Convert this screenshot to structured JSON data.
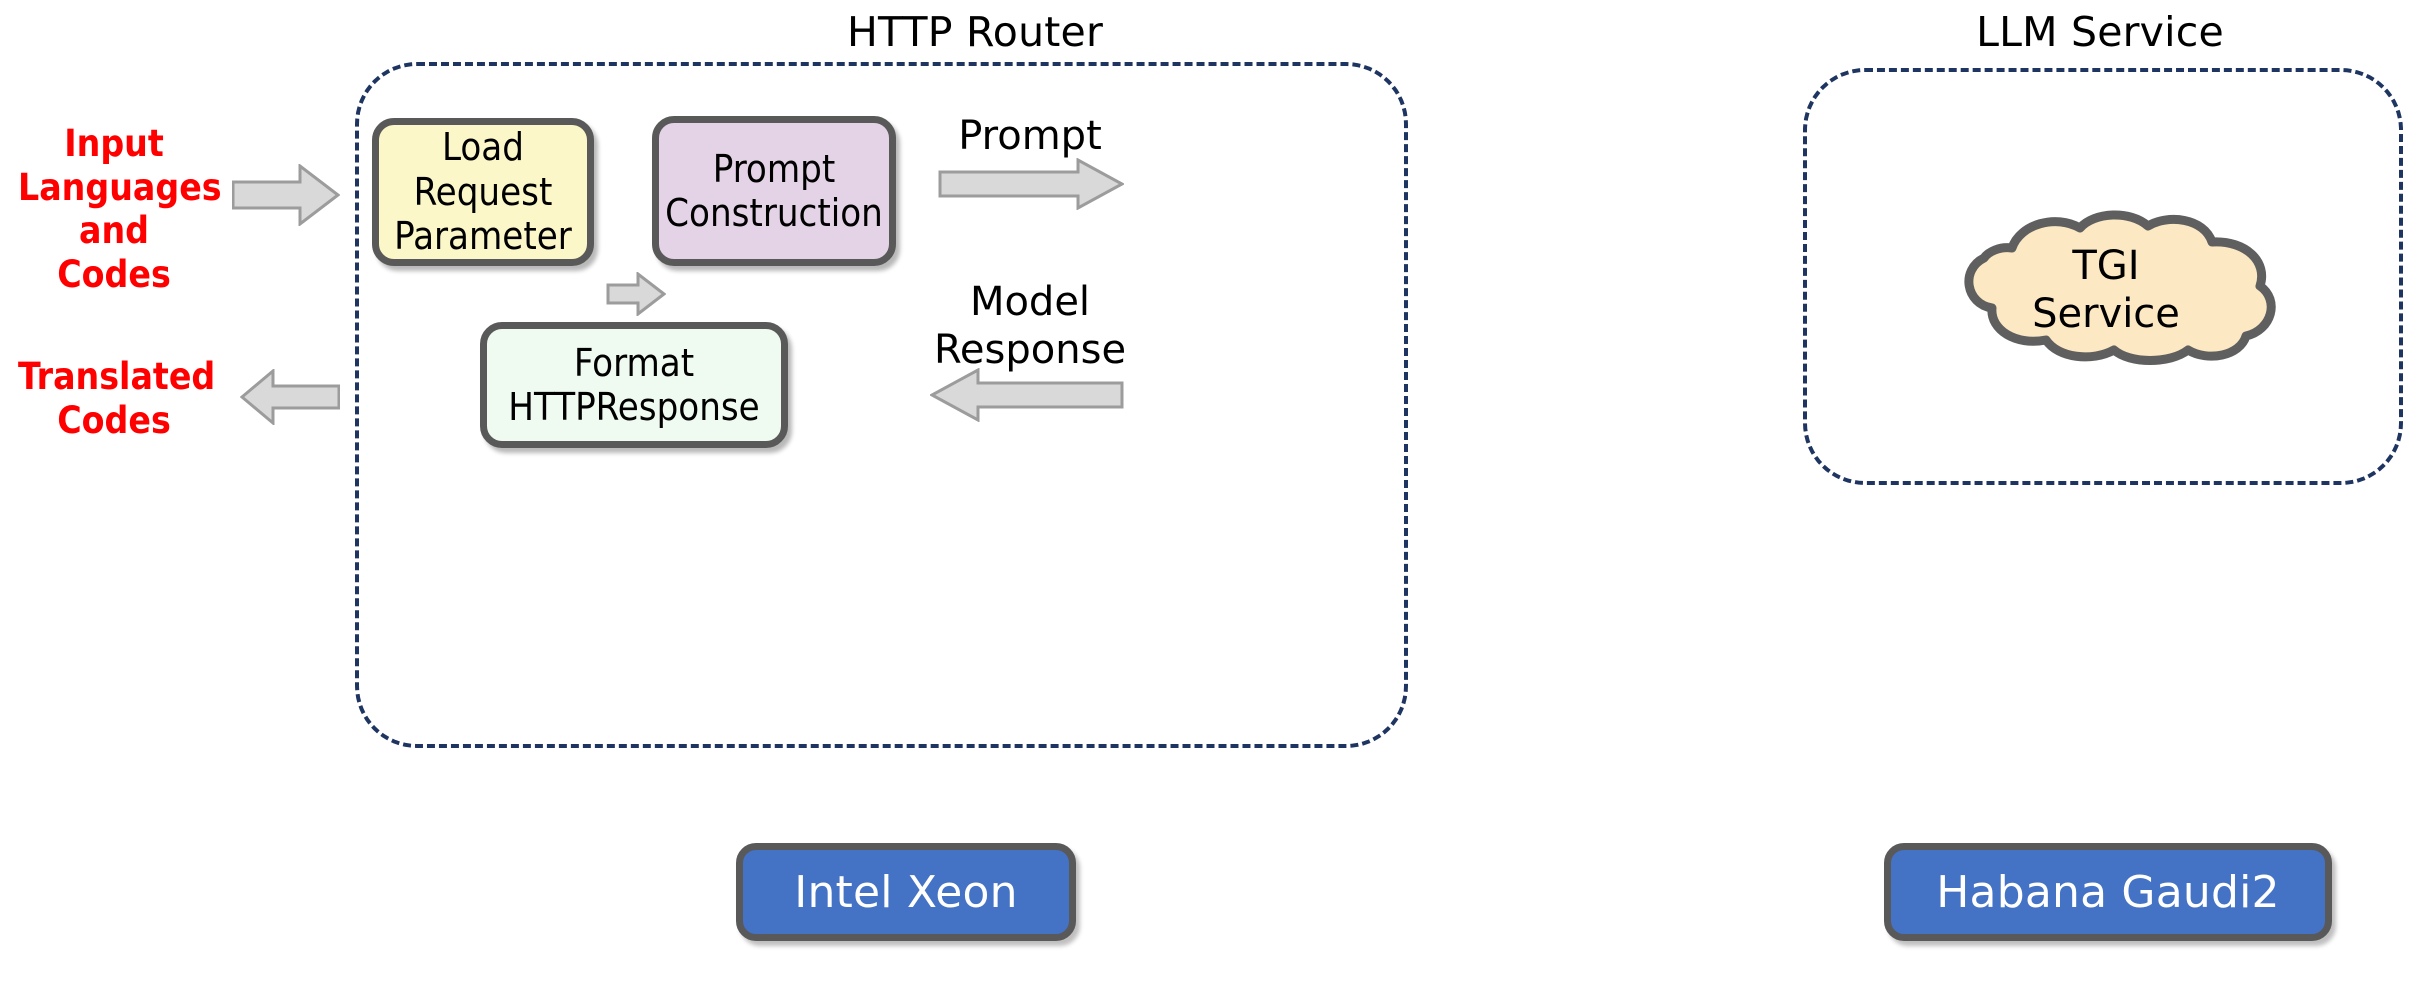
{
  "diagram": {
    "title_http_router": "HTTP Router",
    "title_llm_service": "LLM Service",
    "input_caption": "Input\nLanguages\nand Codes",
    "output_caption": "Translated\nCodes",
    "boxes": {
      "load_request_parameter": "Load\nRequest\nParameter",
      "prompt_construction": "Prompt\nConstruction",
      "format_http_response": "Format\nHTTPResponse",
      "tgi_service": "TGI\nService"
    },
    "flow_labels": {
      "prompt": "Prompt",
      "model_response": "Model\nResponse"
    },
    "hardware": {
      "cpu": "Intel Xeon",
      "accelerator": "Habana Gaudi2"
    },
    "colors": {
      "dashed_border": "#1F3561",
      "box_border": "#595959",
      "load_request_fill": "#FCF7C8",
      "prompt_construction_fill": "#E4D3E6",
      "format_response_fill": "#EFFAF1",
      "cloud_fill": "#FCE8C3",
      "cloud_stroke": "#5F5F5F",
      "hardware_fill": "#4472C4",
      "hardware_text": "#FFFFFF",
      "caption_red": "#FF0000",
      "arrow_fill": "#D9D9D9",
      "arrow_stroke": "#9C9C9C"
    },
    "icons": {
      "input_arrow": "arrow-right-icon",
      "output_arrow": "arrow-left-icon",
      "internal_arrow": "arrow-right-icon",
      "prompt_arrow": "arrow-right-icon",
      "response_arrow": "arrow-left-icon",
      "cloud": "cloud-icon"
    }
  }
}
